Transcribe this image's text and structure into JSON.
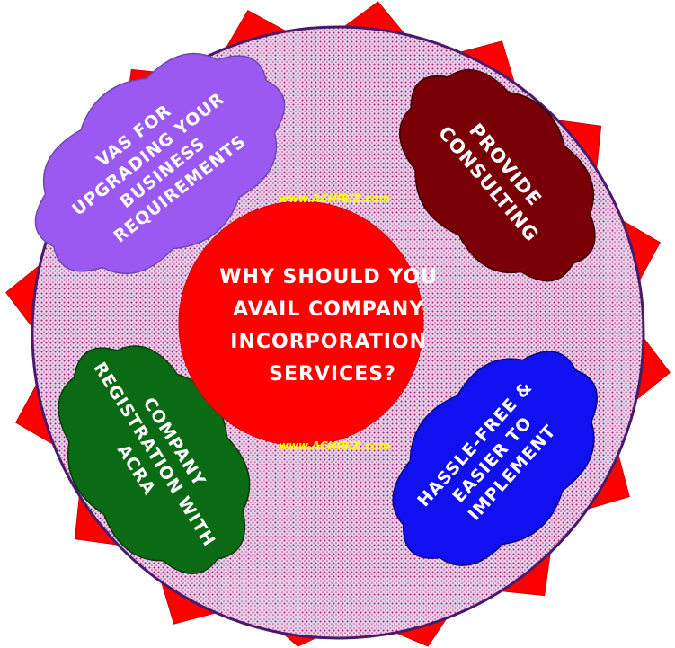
{
  "diagram": {
    "center": {
      "lines": [
        "WHY SHOULD YOU",
        "AVAIL COMPANY",
        "INCORPORATION",
        "SERVICES?"
      ],
      "fill": "#ff0000"
    },
    "watermarks": {
      "top": "www.ACHIBIZ.com",
      "bottom": "www.ACHIBIZ.com",
      "color": "#ffff00"
    },
    "clouds": [
      {
        "id": "vas",
        "lines": [
          "VAS FOR",
          "UPGRADING YOUR",
          "BUSINESS",
          "REQUIREMENTS"
        ],
        "fill": "#9b59f2"
      },
      {
        "id": "consulting",
        "lines": [
          "PROVIDE",
          "CONSULTING"
        ],
        "fill": "#7a0008"
      },
      {
        "id": "acra",
        "lines": [
          "COMPANY",
          "REGISTRATION WITH",
          "ACRA"
        ],
        "fill": "#0b6a14"
      },
      {
        "id": "hassle",
        "lines": [
          "HASSLE-FREE &",
          "EASIER TO",
          "IMPLEMENT"
        ],
        "fill": "#1010f0"
      }
    ],
    "colors": {
      "ring": "#e3c8e6",
      "dots": "#b0207a",
      "star": "#ff0000"
    }
  }
}
